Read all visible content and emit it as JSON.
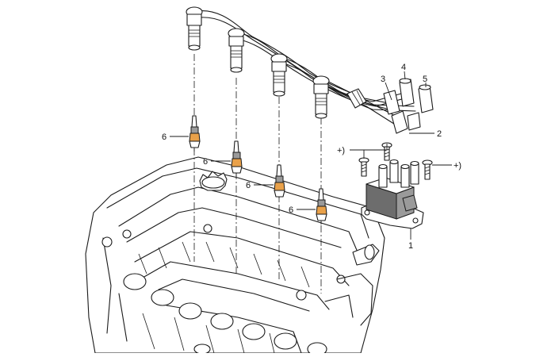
{
  "callouts": {
    "c1": "1",
    "c2": "2",
    "c3": "3",
    "c4": "4",
    "c5": "5",
    "c6a": "6",
    "c6b": "6",
    "c6c": "6",
    "c6d": "6",
    "star_left": "+)",
    "star_right": "+)"
  },
  "colors": {
    "plug_tip": "#e9a14a",
    "plug_gray": "#9a9a9a",
    "ink": "#1a1a1a"
  }
}
